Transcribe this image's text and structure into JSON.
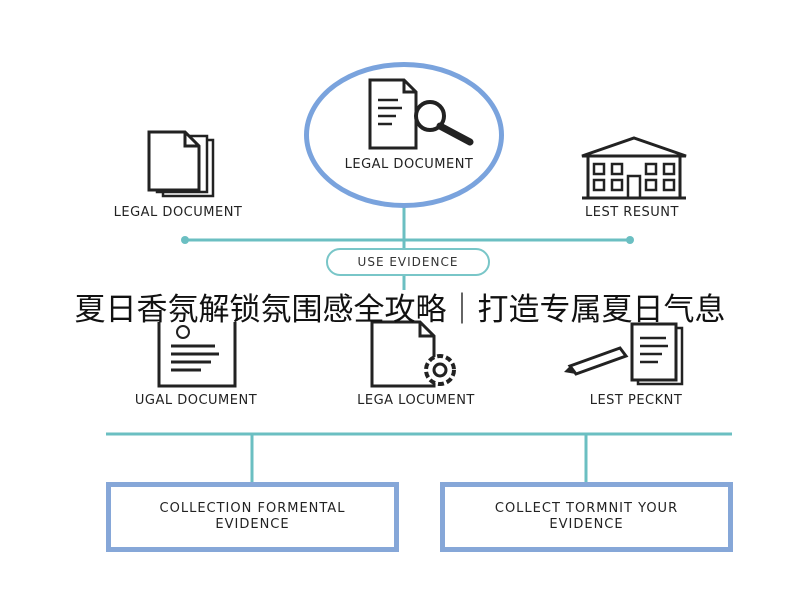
{
  "diagram": {
    "hub": {
      "label": "LEGAL DOCUMENT",
      "icon": "document-magnifier-icon"
    },
    "top_left": {
      "label": "LEGAL DOCUMENT",
      "icon": "document-stack-icon"
    },
    "top_right": {
      "label": "LEST RESUNT",
      "icon": "building-icon"
    },
    "connector_pill": "USE EVIDENCE",
    "caption": "夏日香氛解锁氛围感全攻略｜打造专属夏日气息",
    "mid_left": {
      "label": "UGAL DOCUMENT",
      "icon": "document-lines-icon"
    },
    "mid_center": {
      "label": "LEGA LOCUMENT",
      "icon": "document-gear-icon"
    },
    "mid_right": {
      "label": "LEST PECKNT",
      "icon": "pen-documents-icon"
    },
    "evidence_boxes": [
      {
        "line1": "COLLECTION FORMENTAL",
        "line2": "EVIDENCE"
      },
      {
        "line1": "COLLECT TORMNIT YOUR",
        "line2": "EVIDENCE"
      }
    ],
    "colors": {
      "hub_ring": "#7aa3dd",
      "connector": "#6bbfc2",
      "box_border": "#86a7d8"
    }
  }
}
